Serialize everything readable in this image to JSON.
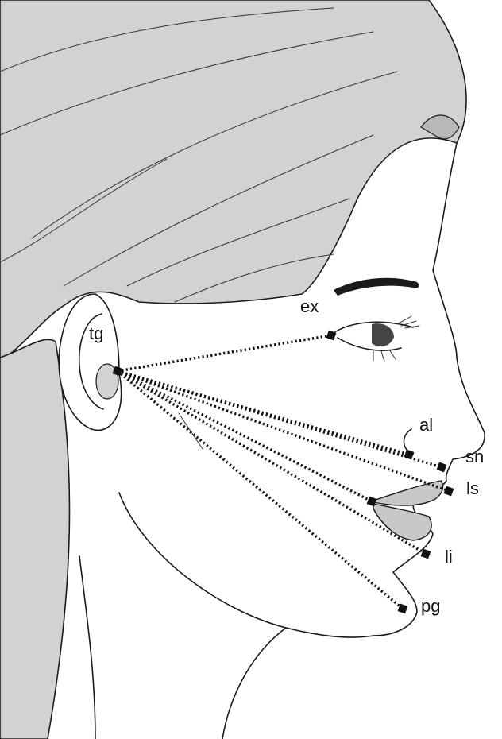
{
  "figure": {
    "colors": {
      "hair": "#d2d2d2",
      "hair_shadow": "#b8b8b8",
      "skin": "#ffffff",
      "outline": "#1a1a1a",
      "lip": "#c8c8c8",
      "marker": "#111111"
    },
    "origin_landmark": "tg",
    "landmarks": [
      {
        "id": "tg",
        "label": "tg"
      },
      {
        "id": "ex",
        "label": "ex"
      },
      {
        "id": "al",
        "label": "al"
      },
      {
        "id": "sn",
        "label": "sn"
      },
      {
        "id": "ls",
        "label": "ls"
      },
      {
        "id": "li",
        "label": "li"
      },
      {
        "id": "pg",
        "label": "pg"
      }
    ]
  }
}
